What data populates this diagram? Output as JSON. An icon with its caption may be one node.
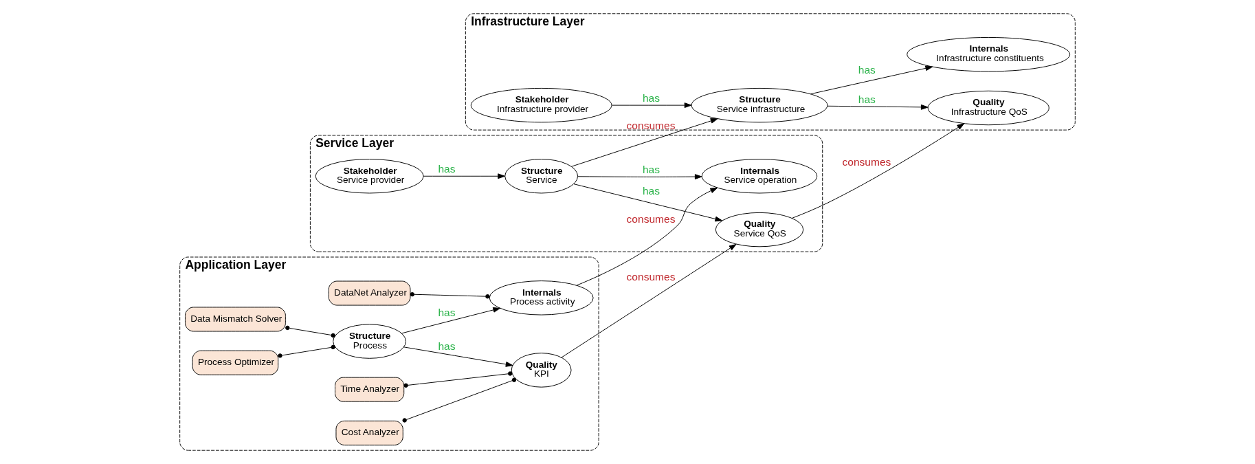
{
  "diagram": {
    "nodes": [
      {
        "text": [
          "Application Layer"
        ]
      },
      {
        "text": [
          "Service Layer"
        ]
      },
      {
        "text": [
          "Infrastructure Layer"
        ]
      },
      {
        "text": [
          "DataNet Analyzer"
        ],
        "in": 0
      },
      {
        "text": [
          "Internals",
          "Process activity"
        ],
        "in": 0
      },
      {
        "text": [
          "Data Mismatch Solver"
        ],
        "in": 0
      },
      {
        "text": [
          "Structure",
          "Process"
        ],
        "in": 0
      },
      {
        "text": [
          "Process Optimizer"
        ],
        "in": 0
      },
      {
        "text": [
          "Time Analyzer"
        ],
        "in": 0
      },
      {
        "text": [
          "Quality",
          "KPI"
        ],
        "in": 0
      },
      {
        "text": [
          "Cost Analyzer"
        ],
        "in": 0
      },
      {
        "text": [
          "Internals",
          "Service operation"
        ],
        "in": 1
      },
      {
        "text": [
          "Stakeholder",
          "Service provider"
        ],
        "in": 1
      },
      {
        "text": [
          "Structure",
          "Service"
        ],
        "in": 1
      },
      {
        "text": [
          "Quality",
          "Service QoS"
        ],
        "in": 1
      },
      {
        "text": [
          "Internals",
          "Infrastructure constituents"
        ],
        "in": 2
      },
      {
        "text": [
          "Structure",
          "Service infrastructure"
        ],
        "in": 2
      },
      {
        "text": [
          "Stakeholder",
          "Infrastructure provider"
        ],
        "in": 2
      },
      {
        "text": [
          "Quality",
          "Infrastructure QoS"
        ],
        "in": 2
      }
    ],
    "edges": [
      {
        "from": 3,
        "to": 4,
        "arrow": "other"
      },
      {
        "from": 5,
        "to": 6,
        "arrow": "other"
      },
      {
        "from": 7,
        "to": 6,
        "arrow": "other"
      },
      {
        "from": 8,
        "to": 9,
        "arrow": "other"
      },
      {
        "from": 10,
        "to": 9,
        "arrow": "other"
      },
      {
        "from": 6,
        "to": 4,
        "arrow": "to",
        "label": "has"
      },
      {
        "from": 6,
        "to": 9,
        "arrow": "to",
        "label": "has"
      },
      {
        "from": 4,
        "to": 11,
        "arrow": "to",
        "label": "consumes"
      },
      {
        "from": 12,
        "to": 13,
        "arrow": "to",
        "label": "has"
      },
      {
        "from": 13,
        "to": 11,
        "arrow": "to",
        "label": "has"
      },
      {
        "from": 13,
        "to": 14,
        "arrow": "to",
        "label": "has"
      },
      {
        "from": 13,
        "to": 16,
        "arrow": "to",
        "label": "consumes"
      },
      {
        "from": 9,
        "to": 14,
        "arrow": "to",
        "label": "consumes"
      },
      {
        "from": 14,
        "to": 18,
        "arrow": "to",
        "label": "consumes"
      },
      {
        "from": 16,
        "to": 15,
        "arrow": "to",
        "label": "has"
      },
      {
        "from": 17,
        "to": 16,
        "arrow": "to",
        "label": "has"
      },
      {
        "from": 16,
        "to": 18,
        "arrow": "to",
        "label": "has"
      }
    ]
  }
}
